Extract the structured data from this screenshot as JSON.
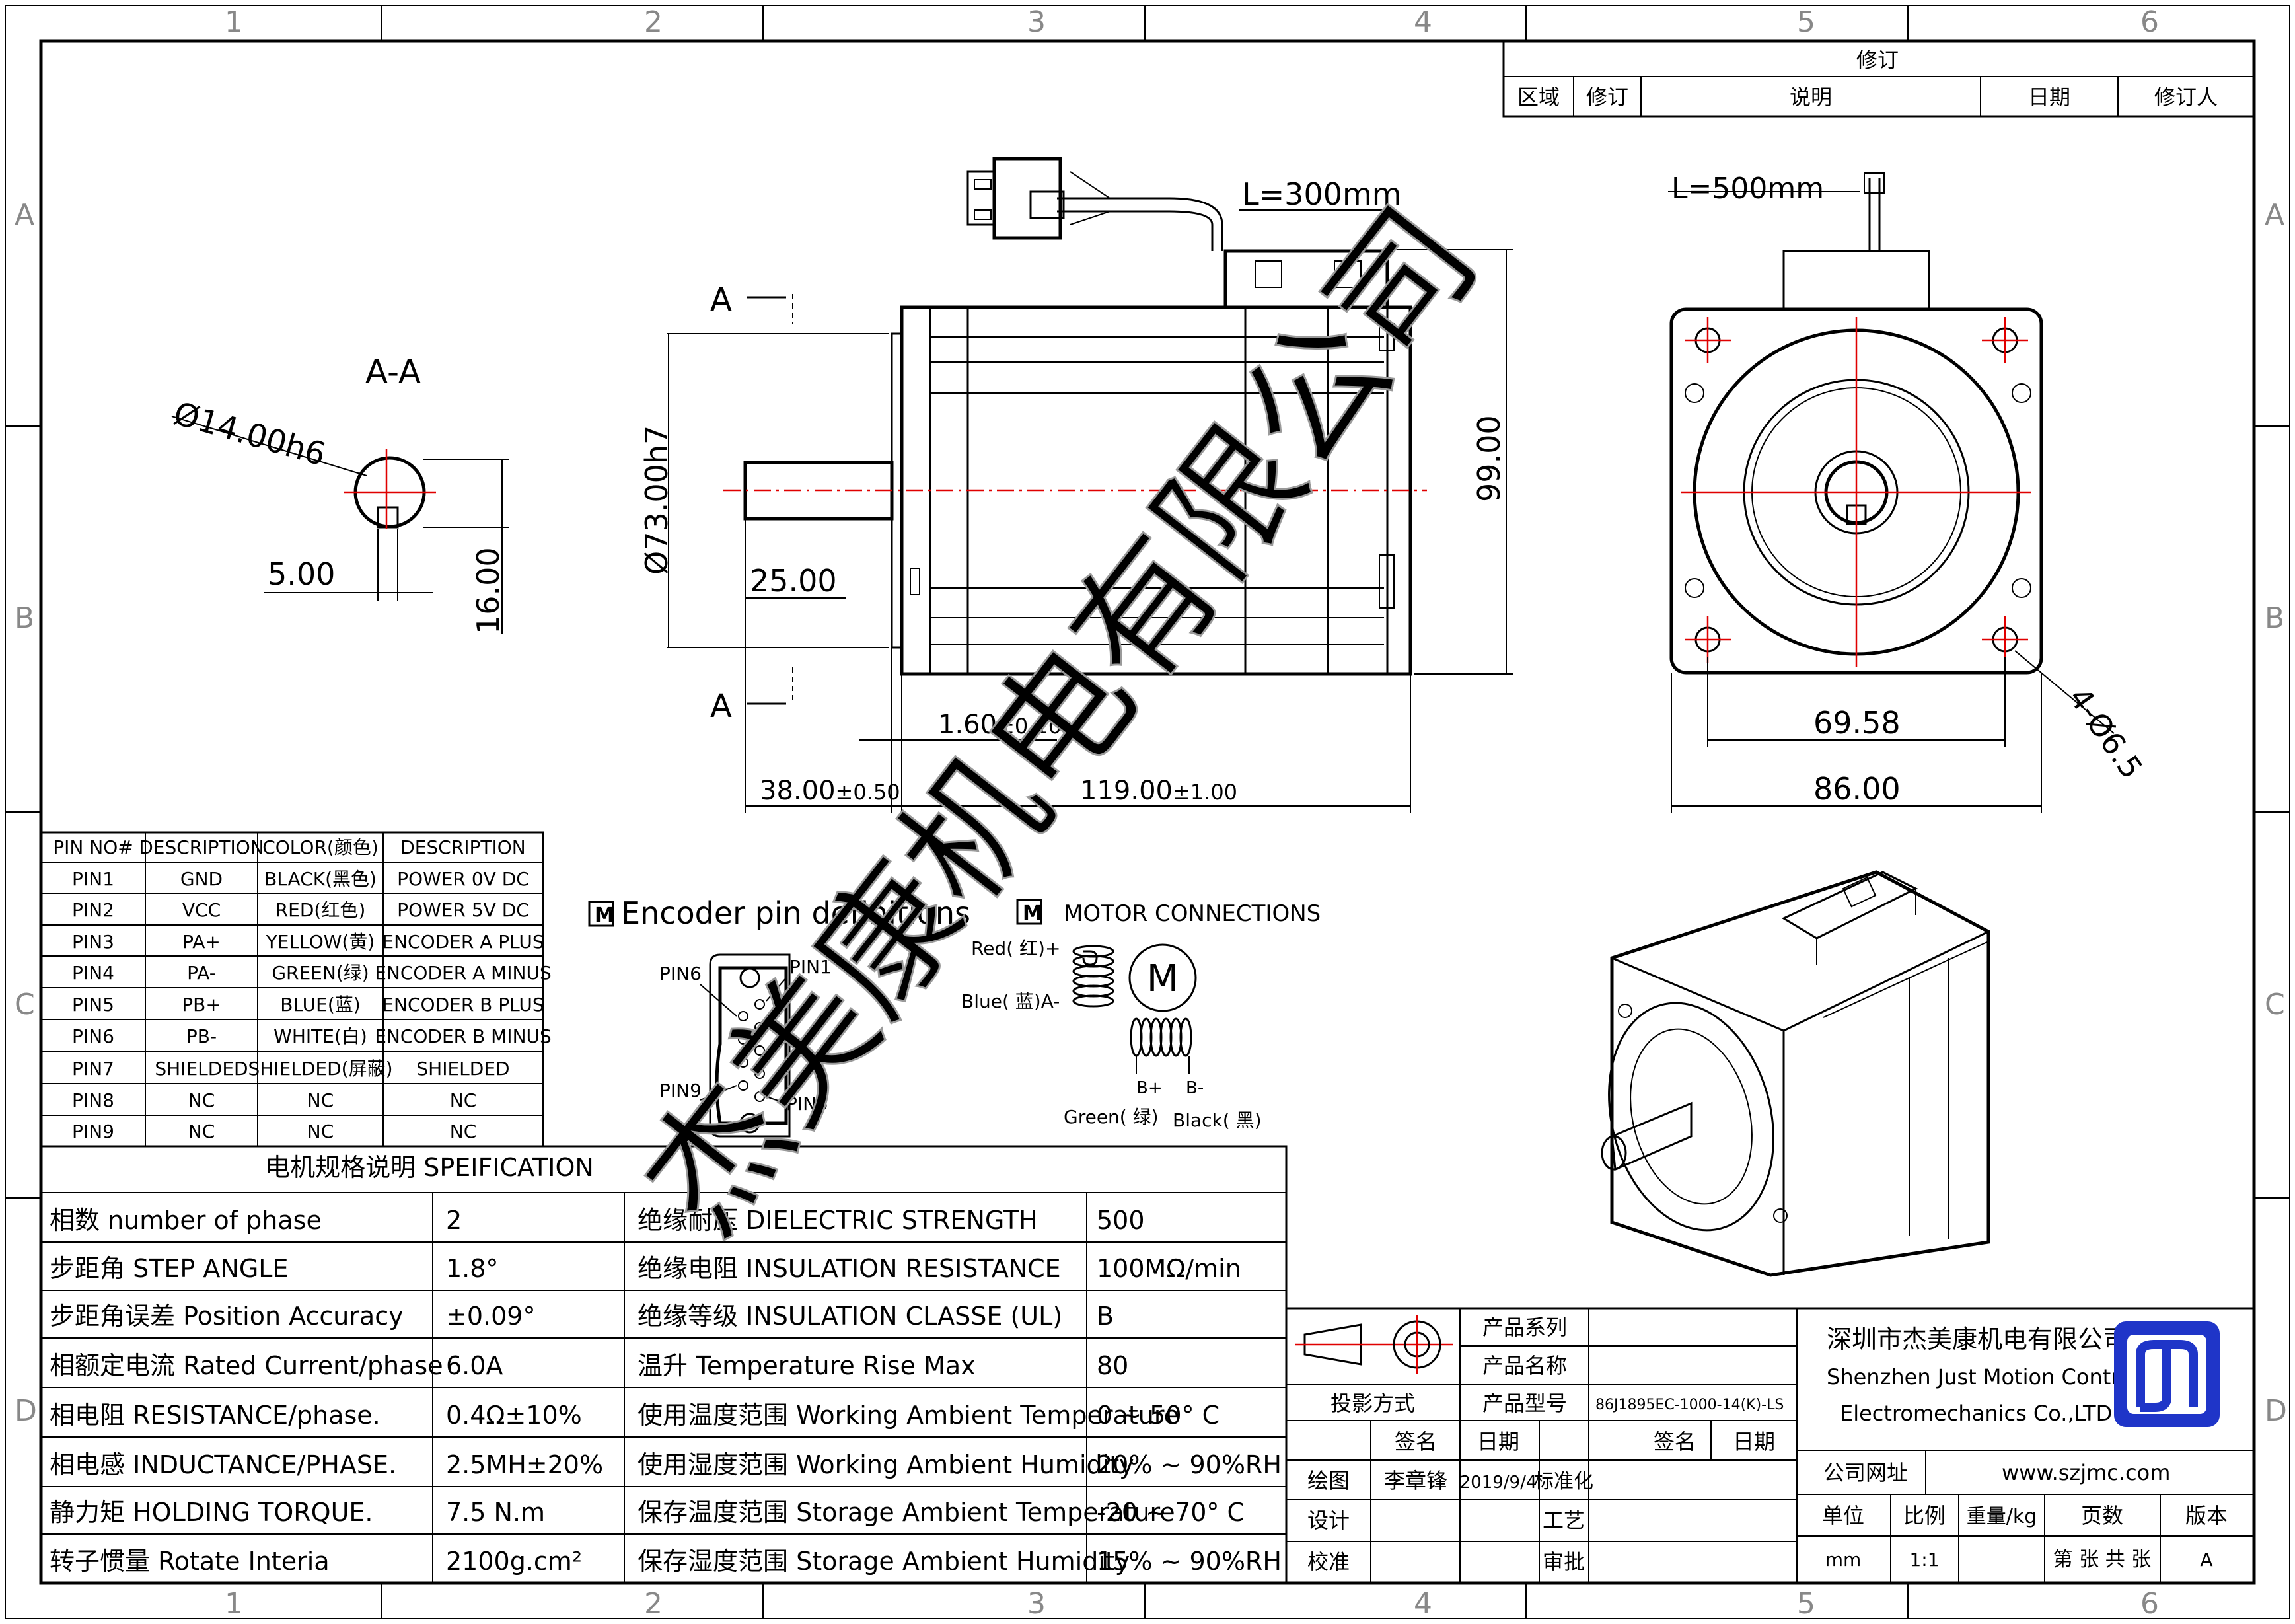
{
  "zones": {
    "columns": [
      "1",
      "2",
      "3",
      "4",
      "5",
      "6"
    ],
    "rows": [
      "A",
      "B",
      "C",
      "D"
    ]
  },
  "revision": {
    "title": "修订",
    "headers": [
      "区域",
      "修订",
      "说明",
      "日期",
      "修订人"
    ]
  },
  "views": {
    "section_title": "A-A",
    "section_marker": "A",
    "shaft_dia": "Ø14.00h6",
    "key_width": "5.00",
    "key_height": "16.00",
    "flange_dia": "Ø73.00h7",
    "boss_len": "25.00",
    "body_height": "99.00",
    "boss_thk_main": "1.60",
    "boss_thk_tol": "±0.10",
    "shaft_len_main": "38.00",
    "shaft_len_tol": "±0.50",
    "body_len_main": "119.00",
    "body_len_tol": "±1.00",
    "cable_front": "L=300mm",
    "cable_rear": "L=500mm",
    "bolt_pitch": "69.58",
    "flange_width": "86.00",
    "holes": "4-Ø6.5"
  },
  "pins": {
    "headers": [
      "PIN NO#",
      "DESCRIPTION",
      "COLOR(颜色)",
      "DESCRIPTION"
    ],
    "rows": [
      [
        "PIN1",
        "GND",
        "BLACK(黑色)",
        "POWER 0V DC"
      ],
      [
        "PIN2",
        "VCC",
        "RED(红色)",
        "POWER 5V DC"
      ],
      [
        "PIN3",
        "PA+",
        "YELLOW(黄)",
        "ENCODER A PLUS"
      ],
      [
        "PIN4",
        "PA-",
        "GREEN(绿)",
        "ENCODER A MINUS"
      ],
      [
        "PIN5",
        "PB+",
        "BLUE(蓝)",
        "ENCODER B PLUS"
      ],
      [
        "PIN6",
        "PB-",
        "WHITE(白)",
        "ENCODER B MINUS"
      ],
      [
        "PIN7",
        "SHIELDED",
        "SHIELDED(屏蔽)",
        "SHIELDED"
      ],
      [
        "PIN8",
        "NC",
        "NC",
        "NC"
      ],
      [
        "PIN9",
        "NC",
        "NC",
        "NC"
      ]
    ]
  },
  "encoder": {
    "title": "Encoder pin definitions",
    "pin1": "PIN1",
    "pin5": "PIN5",
    "pin6": "PIN6",
    "pin9": "PIN9"
  },
  "motor_conn": {
    "title": "MOTOR CONNECTIONS",
    "red": "Red( 红)+",
    "blue": "Blue( 蓝)A-",
    "m": "M",
    "bp": "B+",
    "bm": "B-",
    "green": "Green( 绿)",
    "black": "Black( 黑)"
  },
  "spec": {
    "title": "电机规格说明 SPEIFICATION",
    "rows": [
      [
        "相数 number of phase",
        "2",
        "绝缘耐压 DIELECTRIC STRENGTH",
        "500"
      ],
      [
        "步距角 STEP ANGLE",
        "1.8°",
        "绝缘电阻 INSULATION RESISTANCE",
        "100MΩ/min"
      ],
      [
        "步距角误差 Position Accuracy",
        "±0.09°",
        "绝缘等级 INSULATION CLASSE (UL)",
        "B"
      ],
      [
        "相额定电流 Rated Current/phase",
        "6.0A",
        "温升 Temperature Rise Max",
        "80"
      ],
      [
        "相电阻 RESISTANCE/phase.",
        "0.4Ω±10%",
        "使用温度范围 Working Ambient Temperature",
        "0 ~ 50° C"
      ],
      [
        "相电感 INDUCTANCE/PHASE.",
        "2.5MH±20%",
        "使用湿度范围 Working Ambient Humidity",
        "20% ~ 90%RH"
      ],
      [
        "静力矩 HOLDING TORQUE.",
        "7.5 N.m",
        "保存温度范围 Storage Ambient Temperature",
        "-20 ~ 70° C"
      ],
      [
        "转子惯量 Rotate Interia",
        "2100g.cm²",
        "保存湿度范围 Storage Ambient Humidity",
        "15% ~ 90%RH"
      ]
    ]
  },
  "title_block": {
    "series": "产品系列",
    "name": "产品名称",
    "model_label": "产品型号",
    "model": "86J1895EC-1000-14(K)-LS",
    "projection": "投影方式",
    "sign": "签名",
    "date": "日期",
    "draw": "绘图",
    "drawer": "李章锋",
    "draw_date": "2019/9/4",
    "standard": "标准化",
    "design": "设计",
    "process": "工艺",
    "check": "校准",
    "approve": "审批",
    "sign2": "签名",
    "date2": "日期",
    "company_cn": "深圳市杰美康机电有限公司",
    "company_en1": "Shenzhen Just Motion Control",
    "company_en2": "Electromechanics Co.,LTD",
    "site_label": "公司网址",
    "site": "www.szjmc.com",
    "unit": "单位",
    "scale": "比例",
    "weight": "重量/kg",
    "pages": "页数",
    "version": "版本",
    "unit_val": "mm",
    "scale_val": "1:1",
    "pages_val": "第 张 共 张",
    "version_val": "A"
  },
  "watermark": "杰美康机电有限公司",
  "colors": {
    "line": "#000000",
    "center": "#e00000",
    "logo": "#1f35c8"
  }
}
